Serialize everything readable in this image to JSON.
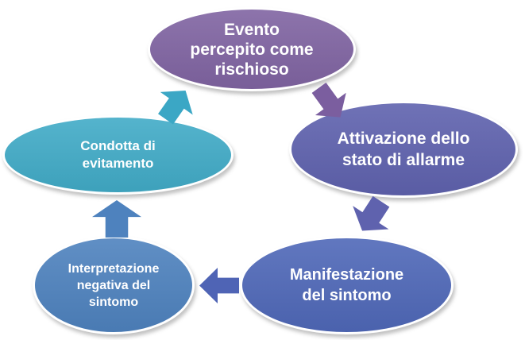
{
  "diagram": {
    "background_color": "#ffffff",
    "text_color": "#ffffff",
    "nodes": [
      {
        "id": "evento",
        "label": "Evento percepito come rischioso",
        "lines": [
          "Evento",
          "percepito come",
          "rischioso"
        ],
        "color": "#8064A2"
      },
      {
        "id": "attivazione",
        "label": "Attivazione dello stato di allarme",
        "lines": [
          "Attivazione dello",
          "stato di allarme"
        ],
        "color": "#5F62AE"
      },
      {
        "id": "manifestazione",
        "label": "Manifestazione del sintomo",
        "lines": [
          "Manifestazione",
          "del sintomo"
        ],
        "color": "#4F68B8"
      },
      {
        "id": "interpretazione",
        "label": "Interpretazione negativa del sintomo",
        "lines": [
          "Interpretazione",
          "negativa del",
          "sintomo"
        ],
        "color": "#4E82BE"
      },
      {
        "id": "condotta",
        "label": "Condotta di evitamento",
        "lines": [
          "Condotta di",
          "evitamento"
        ],
        "color": "#41ABC7"
      }
    ],
    "arrows": [
      {
        "id": "condotta-to-evento",
        "from": "condotta",
        "to": "evento",
        "direction": "up-right",
        "color": "#3BA7C5"
      },
      {
        "id": "evento-to-attivazione",
        "from": "evento",
        "to": "attivazione",
        "direction": "down-right",
        "color": "#7B5E9F"
      },
      {
        "id": "attivazione-to-manifestazione",
        "from": "attivazione",
        "to": "manifestazione",
        "direction": "down-left",
        "color": "#5F62AE"
      },
      {
        "id": "manifestazione-to-interpretazione",
        "from": "manifestazione",
        "to": "interpretazione",
        "direction": "left",
        "color": "#4F64B5"
      },
      {
        "id": "interpretazione-to-condotta",
        "from": "interpretazione",
        "to": "condotta",
        "direction": "up",
        "color": "#4E82BE"
      }
    ]
  }
}
